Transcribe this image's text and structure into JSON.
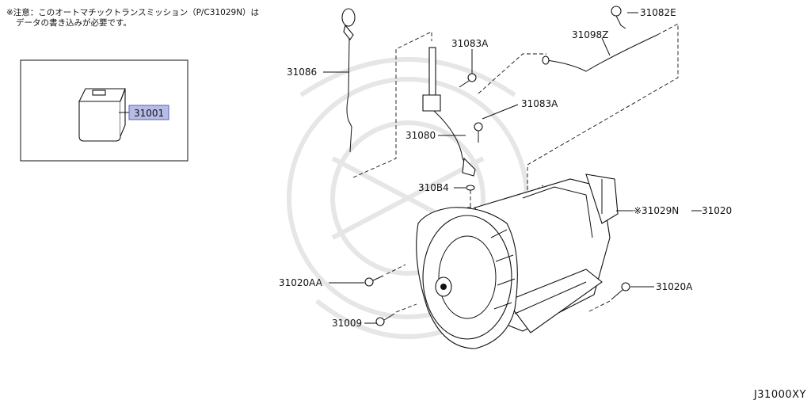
{
  "note": {
    "line1": "※注意：このオートマチックトランスミッション（P/C31029N）は",
    "line2": "データの書き込みが必要です。"
  },
  "callouts": {
    "p31001": "31001",
    "p31086": "31086",
    "p31083a_top": "31083A",
    "p31083a_mid": "31083A",
    "p31080": "31080",
    "p31084": "310B4",
    "p31082e": "31082E",
    "p31098z": "31098Z",
    "p31029n": "※31029N",
    "p31020": "31020",
    "p31020aa": "31020AA",
    "p31009": "31009",
    "p31020a": "31020A"
  },
  "diagram_id": "J31000XY",
  "colors": {
    "highlight_fill": "#b6bce6",
    "highlight_border": "#5a62b0",
    "line": "#111111"
  }
}
